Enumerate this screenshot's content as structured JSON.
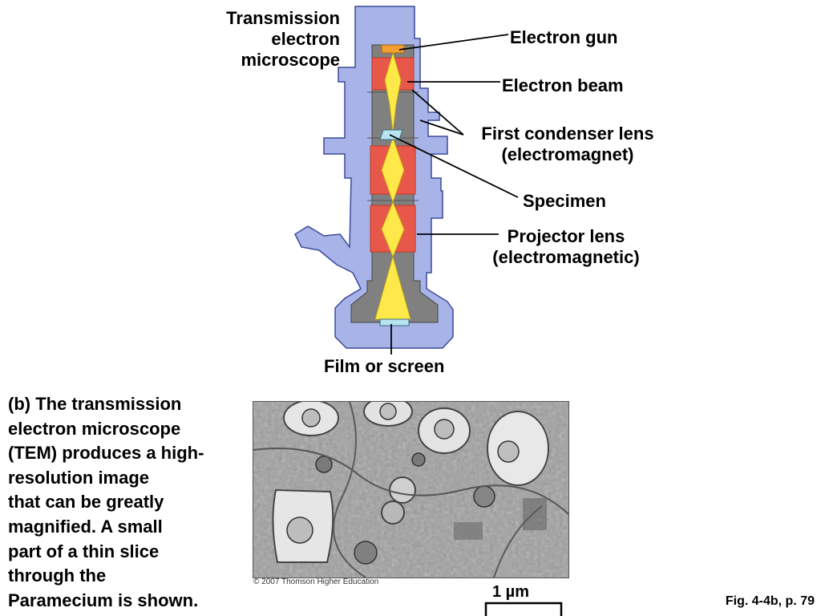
{
  "diagram": {
    "title_lines": [
      "Transmission",
      "electron",
      "microscope"
    ],
    "labels": {
      "electron_gun": "Electron gun",
      "electron_beam": "Electron beam",
      "first_condenser_lens": [
        "First condenser lens",
        "(electromagnet)"
      ],
      "specimen": "Specimen",
      "projector_lens": [
        "Projector lens",
        "(electromagnetic)"
      ],
      "film_or_screen": "Film or screen"
    },
    "colors": {
      "housing": "#a8b4e8",
      "housing_outline": "#3a4a9a",
      "column": "#808080",
      "lens": "#e8584a",
      "lens_dark": "#c03828",
      "beam": "#ffe94a",
      "gun": "#f0a030",
      "specimen": "#b8e4f0"
    }
  },
  "caption_lines": [
    "(b) The transmission",
    "electron microscope",
    "(TEM) produces a high-",
    "resolution image",
    "that can be greatly",
    "magnified. A small",
    "part of a thin slice",
    "through the",
    "Paramecium is shown."
  ],
  "micrograph": {
    "copyright": "© 2007 Thomson Higher Education",
    "scale_bar_label": "1 µm"
  },
  "figure_ref": "Fig. 4-4b, p. 79"
}
